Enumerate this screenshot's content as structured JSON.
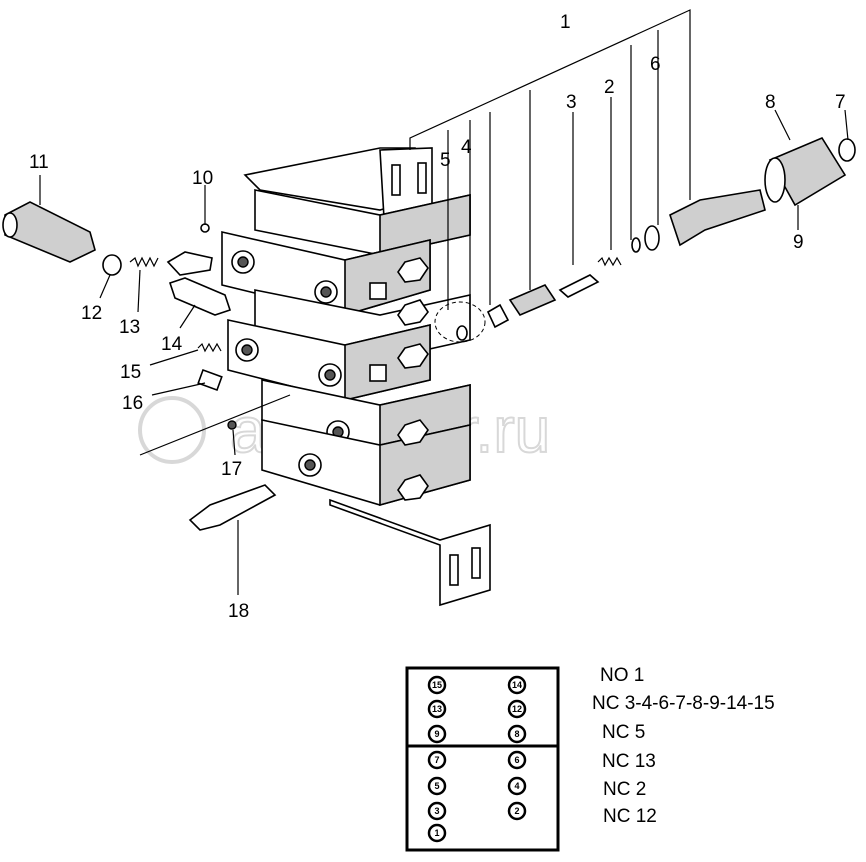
{
  "diagram": {
    "callouts": [
      "1",
      "2",
      "3",
      "4",
      "5",
      "6",
      "7",
      "8",
      "9",
      "10",
      "11",
      "12",
      "13",
      "14",
      "15",
      "16",
      "17",
      "18"
    ],
    "watermark": "autopiter.ru"
  },
  "legend": {
    "circles_upper": [
      "15",
      "14",
      "13",
      "12",
      "9",
      "8"
    ],
    "circles_lower": [
      "7",
      "6",
      "5",
      "4",
      "3",
      "2",
      "1"
    ],
    "lines": [
      "NO 1",
      "NC 3-4-6-7-8-9-14-15",
      "NC 5",
      "NC 13",
      "NC 2",
      "NC 12"
    ]
  }
}
